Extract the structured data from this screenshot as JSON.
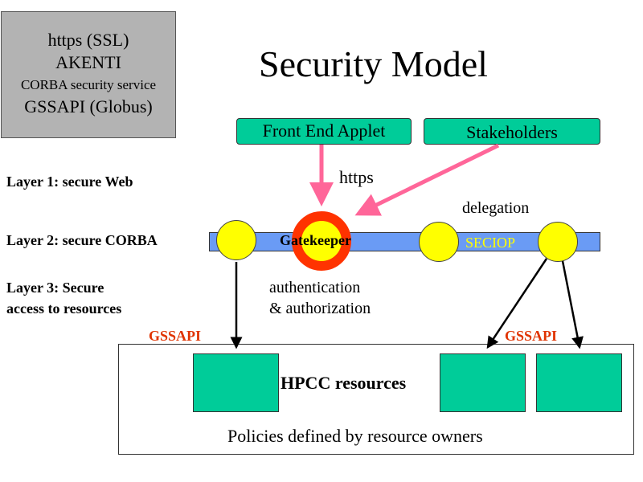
{
  "title": "Security Model",
  "protocols": {
    "items": [
      "https (SSL)",
      "AKENTI",
      "CORBA security service",
      "GSSAPI (Globus)"
    ]
  },
  "top_boxes": {
    "front_end": "Front End Applet",
    "stakeholders": "Stakeholders"
  },
  "layers": {
    "layer1": "Layer 1: secure Web",
    "layer2": "Layer 2: secure CORBA",
    "layer3_line1": "Layer 3: Secure",
    "layer3_line2": "access to resources"
  },
  "labels": {
    "https": "https",
    "delegation": "delegation",
    "gatekeeper": "Gatekeeper",
    "seciop": "SECIOP",
    "auth_line1": "authentication",
    "auth_line2": "& authorization",
    "gssapi_left": "GSSAPI",
    "gssapi_right": "GSSAPI"
  },
  "resources": {
    "label": "HPCC resources",
    "policies": "Policies defined by resource owners"
  },
  "colors": {
    "protocol_box": "#b3b3b3",
    "teal": "#00cc99",
    "corba_bar": "#6a9bf5",
    "node": "#ffff00",
    "gatekeeper_ring": "#ff3300",
    "https_arrow": "#ff6699",
    "gssapi_text": "#e03300"
  }
}
